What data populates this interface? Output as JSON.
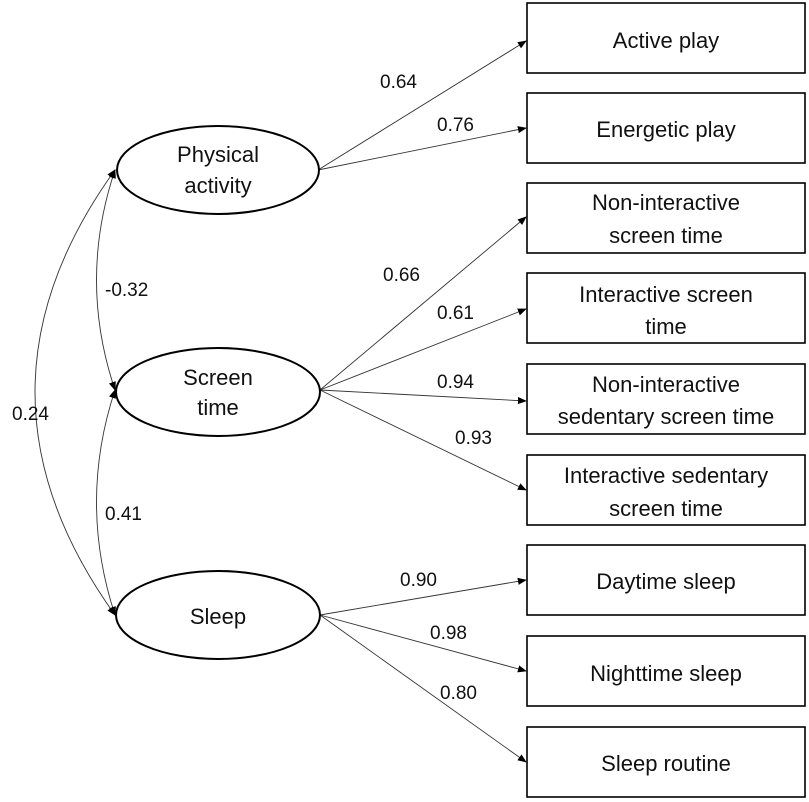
{
  "factors": [
    {
      "id": "pa",
      "lines": [
        "Physical",
        "activity"
      ]
    },
    {
      "id": "st",
      "lines": [
        "Screen",
        "time"
      ]
    },
    {
      "id": "sl",
      "lines": [
        "Sleep"
      ]
    }
  ],
  "indicators": [
    {
      "id": "ap",
      "lines": [
        "Active play"
      ]
    },
    {
      "id": "ep",
      "lines": [
        "Energetic play"
      ]
    },
    {
      "id": "nis",
      "lines": [
        "Non-interactive",
        "screen time"
      ]
    },
    {
      "id": "is",
      "lines": [
        "Interactive screen",
        "time"
      ]
    },
    {
      "id": "nss",
      "lines": [
        "Non-interactive",
        "sedentary screen time"
      ]
    },
    {
      "id": "iss",
      "lines": [
        "Interactive sedentary",
        "screen time"
      ]
    },
    {
      "id": "ds",
      "lines": [
        "Daytime sleep"
      ]
    },
    {
      "id": "ns",
      "lines": [
        "Nighttime sleep"
      ]
    },
    {
      "id": "sr",
      "lines": [
        "Sleep routine"
      ]
    }
  ],
  "loadings": [
    {
      "factor": "pa",
      "indicator": "ap",
      "value": "0.64"
    },
    {
      "factor": "pa",
      "indicator": "ep",
      "value": "0.76"
    },
    {
      "factor": "st",
      "indicator": "nis",
      "value": "0.66"
    },
    {
      "factor": "st",
      "indicator": "is",
      "value": "0.61"
    },
    {
      "factor": "st",
      "indicator": "nss",
      "value": "0.94"
    },
    {
      "factor": "st",
      "indicator": "iss",
      "value": "0.93"
    },
    {
      "factor": "sl",
      "indicator": "ds",
      "value": "0.90"
    },
    {
      "factor": "sl",
      "indicator": "ns",
      "value": "0.98"
    },
    {
      "factor": "sl",
      "indicator": "sr",
      "value": "0.80"
    }
  ],
  "correlations": [
    {
      "a": "pa",
      "b": "st",
      "value": "-0.32"
    },
    {
      "a": "st",
      "b": "sl",
      "value": "0.41"
    },
    {
      "a": "pa",
      "b": "sl",
      "value": "0.24"
    }
  ]
}
